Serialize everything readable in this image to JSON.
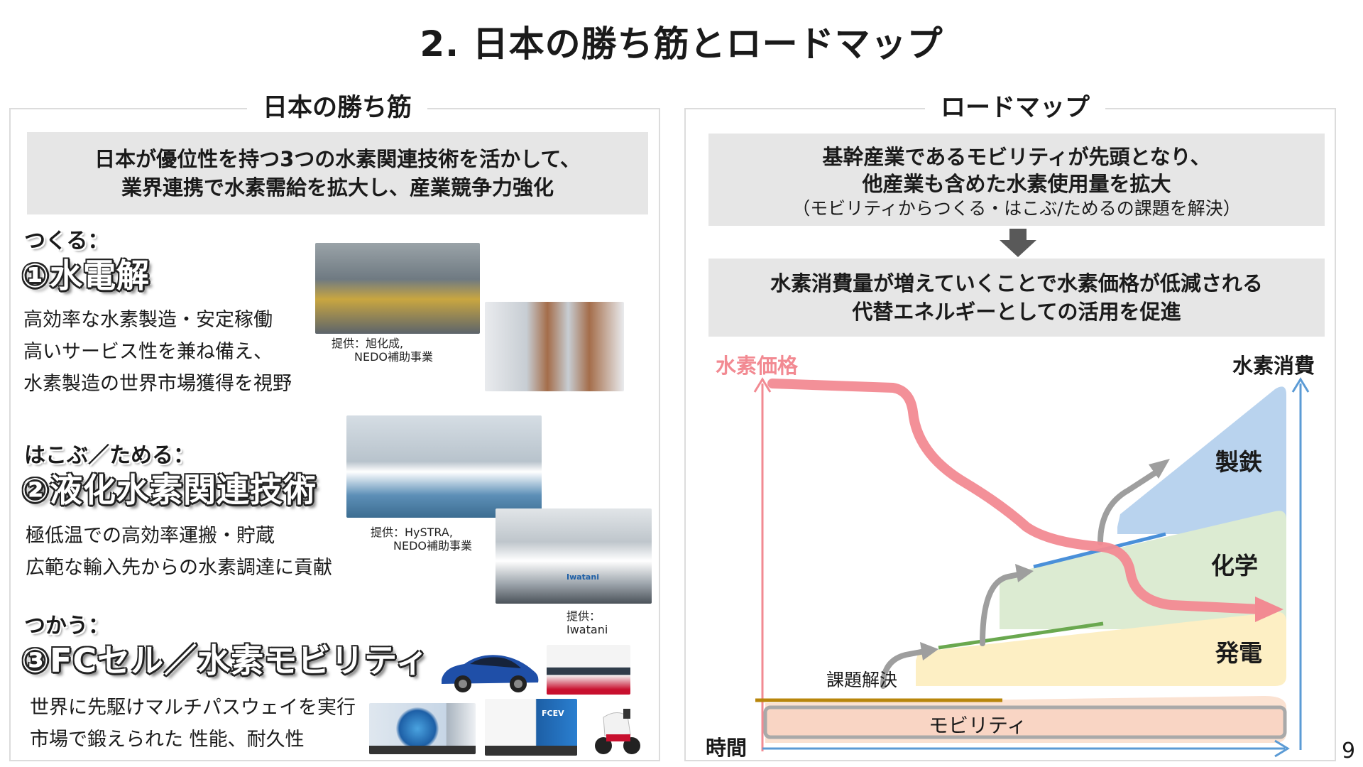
{
  "title": "2. 日本の勝ち筋とロードマップ",
  "left": {
    "heading": "日本の勝ち筋",
    "summary_line1": "日本が優位性を持つ3つの水素関連技術を活かして、",
    "summary_line2": "業界連携で水素需給を拡大し、産業競争力強化",
    "sections": [
      {
        "label": "つくる：",
        "title": "①水電解",
        "lines": [
          "高効率な水素製造・安定稼働",
          "高いサービス性を兼ね備え、",
          "水素製造の世界市場獲得を視野"
        ],
        "credit_line1": "提供：旭化成,",
        "credit_line2": "NEDO補助事業"
      },
      {
        "label": "はこぶ／ためる：",
        "title": "②液化水素関連技術",
        "lines": [
          "極低温での高効率運搬・貯蔵",
          "広範な輸入先からの水素調達に貢献"
        ],
        "credit_line1": "提供：HySTRA,",
        "credit_line2": "NEDO補助事業"
      },
      {
        "label": "つかう：",
        "title": "③FCセル／水素モビリティ",
        "lines": [
          "世界に先駆けマルチパスウェイを実行",
          "市場で鍛えられた 性能、耐久性"
        ],
        "credit_line1": "提供：",
        "credit_line2": "Iwatani"
      }
    ],
    "photo_labels": {
      "truck_badge": "FCEV",
      "tanker_brand": "Iwatani"
    }
  },
  "right": {
    "heading": "ロードマップ",
    "summary_line1": "基幹産業であるモビリティが先頭となり、",
    "summary_line2": "他産業も含めた水素使用量を拡大",
    "summary_sub": "（モビリティからつくる・はこぶ/ためるの課題を解決）",
    "result_line1": "水素消費量が増えていくことで水素価格が低減される",
    "result_line2": "代替エネルギーとしての活用を促進"
  },
  "colors": {
    "price_line": "#f28a92",
    "consumption_axis": "#5b9bd5",
    "steel": "#b9d3ee",
    "chemistry": "#dcebd2",
    "power": "#fdefc4",
    "mobility": "#fbe2d2",
    "step_arrow": "#9e9e9e",
    "mobility_line": "#b8860b",
    "power_line": "#6aa84f",
    "chem_line": "#4a90d9"
  },
  "chart_data": {
    "type": "area",
    "x_label": "時間",
    "y_left_label": "水素価格",
    "y_right_label": "水素消費",
    "segments": [
      "モビリティ",
      "発電",
      "化学",
      "製鉄"
    ],
    "annotation": "課題解決"
  },
  "page_number": "9"
}
